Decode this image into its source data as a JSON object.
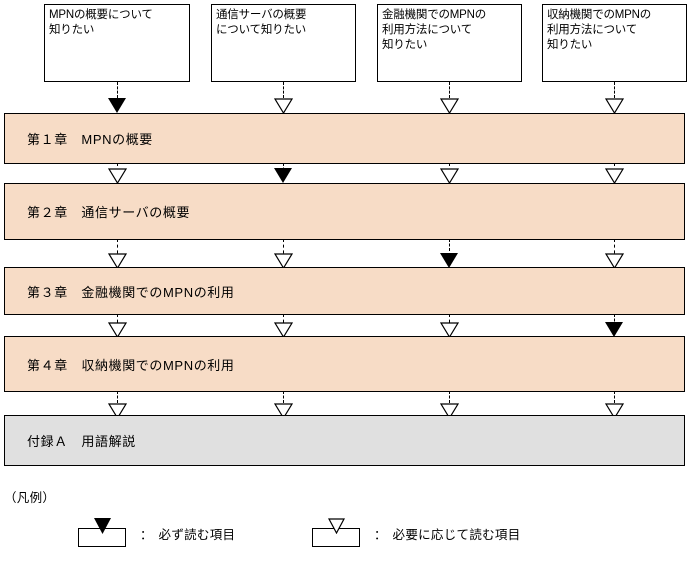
{
  "diagram": {
    "title_legend": "（凡例）",
    "questions": [
      {
        "id": "q-mpn-overview",
        "text": "MPNの概要について\n知りたい"
      },
      {
        "id": "q-comm-server",
        "text": "通信サーバの概要\nについて知りたい"
      },
      {
        "id": "q-financial-usage",
        "text": "金融機関でのMPNの\n利用方法について\n知りたい"
      },
      {
        "id": "q-collection-usage",
        "text": "収納機関でのMPNの\n利用方法について\n知りたい"
      }
    ],
    "chapters": [
      {
        "id": "ch1",
        "label": "第１章　MPNの概要",
        "kind": "chapter"
      },
      {
        "id": "ch2",
        "label": "第２章　通信サーバの概要",
        "kind": "chapter"
      },
      {
        "id": "ch3",
        "label": "第３章　金融機関でのMPNの利用",
        "kind": "chapter"
      },
      {
        "id": "ch4",
        "label": "第４章　収納機関でのMPNの利用",
        "kind": "chapter"
      },
      {
        "id": "apx",
        "label": "付録Ａ　用語解説",
        "kind": "appendix"
      }
    ],
    "flow_matrix": [
      {
        "column": 1,
        "marks": [
          "solid",
          "hollow",
          "hollow",
          "hollow",
          "hollow"
        ]
      },
      {
        "column": 2,
        "marks": [
          "hollow",
          "solid",
          "hollow",
          "hollow",
          "hollow"
        ]
      },
      {
        "column": 3,
        "marks": [
          "hollow",
          "hollow",
          "solid",
          "hollow",
          "hollow"
        ]
      },
      {
        "column": 4,
        "marks": [
          "hollow",
          "hollow",
          "hollow",
          "solid",
          "hollow"
        ]
      }
    ],
    "legend": {
      "required": {
        "marker": "solid-triangle-box",
        "separator": "：",
        "text": "必ず読む項目"
      },
      "optional": {
        "marker": "hollow-triangle-box",
        "separator": "：",
        "text": "必要に応じて読む項目"
      }
    },
    "colors": {
      "chapter_fill": "#f7dcc6",
      "appendix_fill": "#e0e0e0",
      "line": "#000000",
      "background": "#ffffff"
    }
  }
}
